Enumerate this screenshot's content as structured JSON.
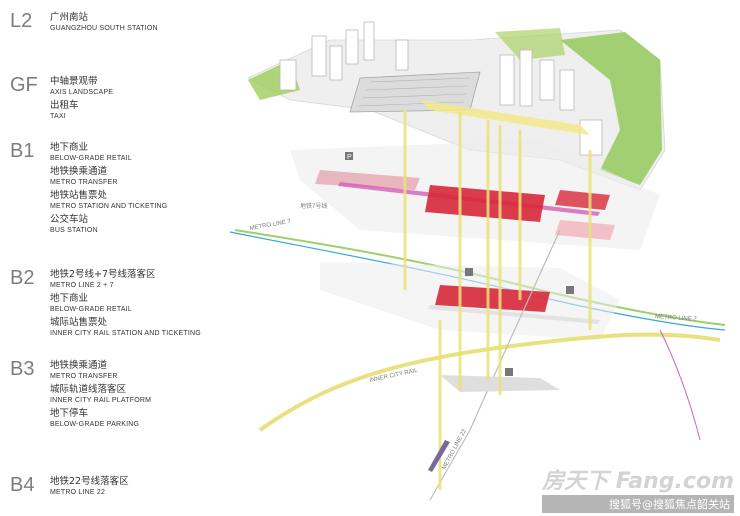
{
  "levels": [
    {
      "code": "L2",
      "items": [
        {
          "cn": "广州南站",
          "en": "GUANGZHOU SOUTH STATION"
        }
      ]
    },
    {
      "code": "GF",
      "items": [
        {
          "cn": "中轴景观带",
          "en": "AXIS LANDSCAPE"
        },
        {
          "cn": "出租车",
          "en": "TAXI"
        }
      ]
    },
    {
      "code": "B1",
      "items": [
        {
          "cn": "地下商业",
          "en": "BELOW-GRADE RETAIL"
        },
        {
          "cn": "地铁换乘通道",
          "en": "METRO TRANSFER"
        },
        {
          "cn": "地铁站售票处",
          "en": "METRO STATION AND TICKETING"
        },
        {
          "cn": "公交车站",
          "en": "BUS STATION"
        }
      ]
    },
    {
      "code": "B2",
      "items": [
        {
          "cn": "地铁2号线+7号线落客区",
          "en": "METRO LINE 2 + 7"
        },
        {
          "cn": "地下商业",
          "en": "BELOW-GRADE RETAIL"
        },
        {
          "cn": "城际站售票处",
          "en": "INNER CITY RAIL STATION AND TICKETING"
        }
      ]
    },
    {
      "code": "B3",
      "items": [
        {
          "cn": "地铁换乘通道",
          "en": "METRO TRANSFER"
        },
        {
          "cn": "城际轨道线落客区",
          "en": "INNER CITY RAIL PLATFORM"
        },
        {
          "cn": "地下停车",
          "en": "BELOW-GRADE PARKING"
        }
      ]
    },
    {
      "code": "B4",
      "items": [
        {
          "cn": "地铁22号线落客区",
          "en": "METRO LINE 22"
        }
      ]
    }
  ],
  "map_labels": {
    "metro7_a": "METRO LINE 7",
    "metro7_b": "METRO LINE 7",
    "metro7_b_cn": "地铁7号线",
    "intercity": "INNER CITY RAIL",
    "metro22": "METRO LINE 22",
    "parking": "P"
  },
  "watermark": {
    "logo": "房天下 Fang.com",
    "text": "搜狐号@搜狐焦点韶关站"
  },
  "colors": {
    "retail_red": "#d8283a",
    "metro_pink": "#d35fb7",
    "green": "#7cc242",
    "yellow_line": "#e4dc6a",
    "blue_line": "#3aa6d8",
    "gray": "#bdbdbd"
  }
}
